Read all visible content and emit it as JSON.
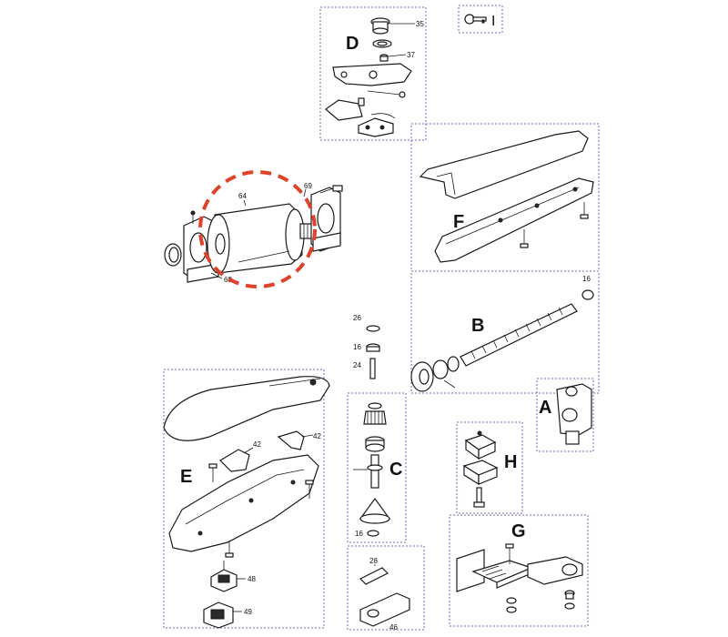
{
  "groups": {
    "a": "A",
    "b": "B",
    "c": "C",
    "d": "D",
    "e": "E",
    "f": "F",
    "g": "G",
    "h": "H"
  },
  "key_label": "I",
  "part_numbers": {
    "p35": "35",
    "p37": "37",
    "p64": "64",
    "p69": "69",
    "p68": "68",
    "p26": "26",
    "p16a": "16",
    "p24": "24",
    "p16b": "16",
    "p16c": "16",
    "p42a": "42",
    "p42b": "42",
    "p48": "48",
    "p49": "49",
    "p28": "28",
    "p46": "46"
  },
  "colors": {
    "highlight": "#e0412a",
    "box_border": "#6b6bbf"
  }
}
